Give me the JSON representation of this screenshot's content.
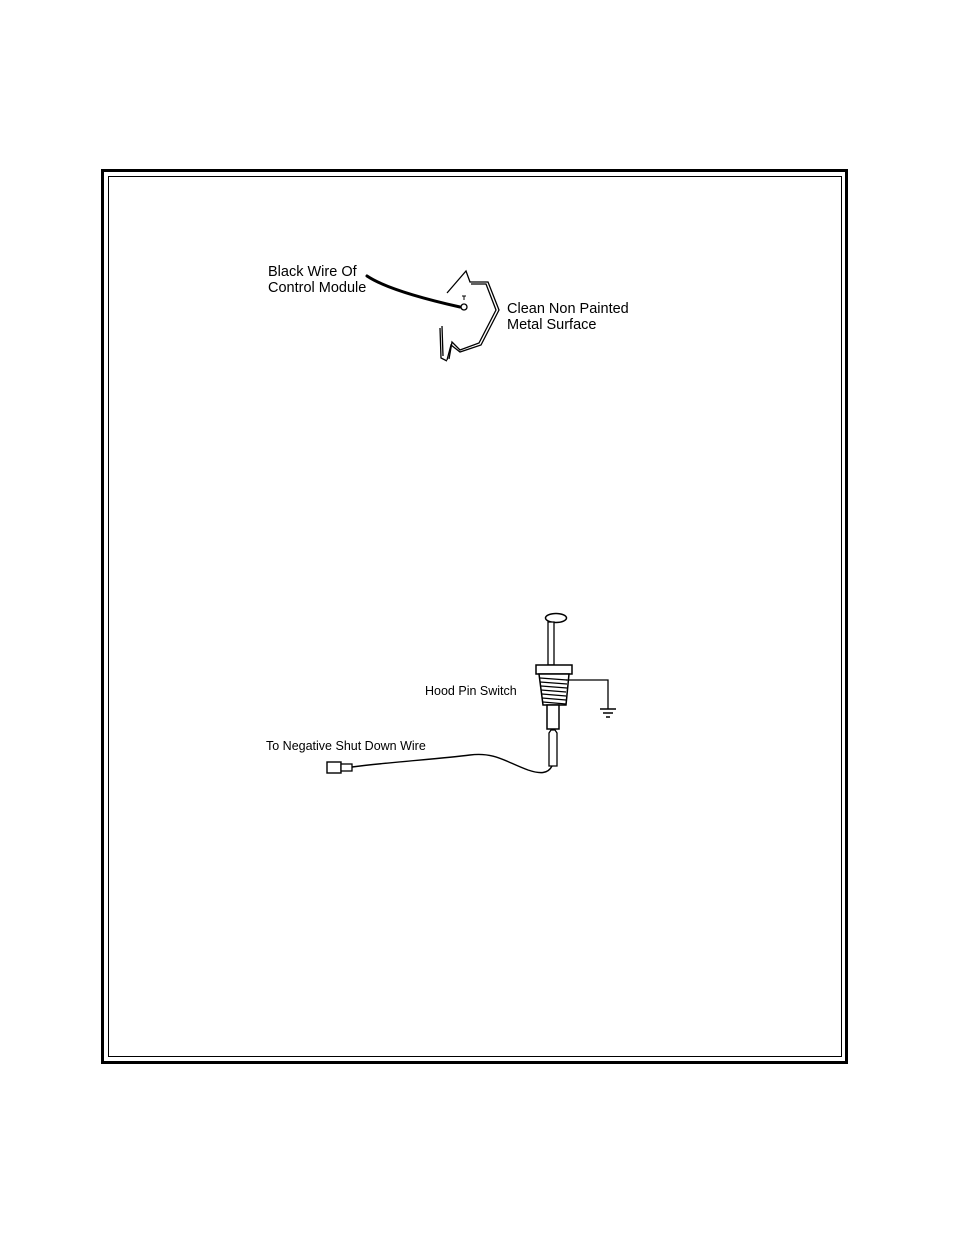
{
  "ground_diagram": {
    "wire_label": "Black Wire Of\nControl Module",
    "surface_label": "Clean Non Painted\nMetal Surface"
  },
  "hood_pin_diagram": {
    "switch_label": "Hood Pin Switch",
    "wire_label": "To Negative Shut Down Wire"
  }
}
